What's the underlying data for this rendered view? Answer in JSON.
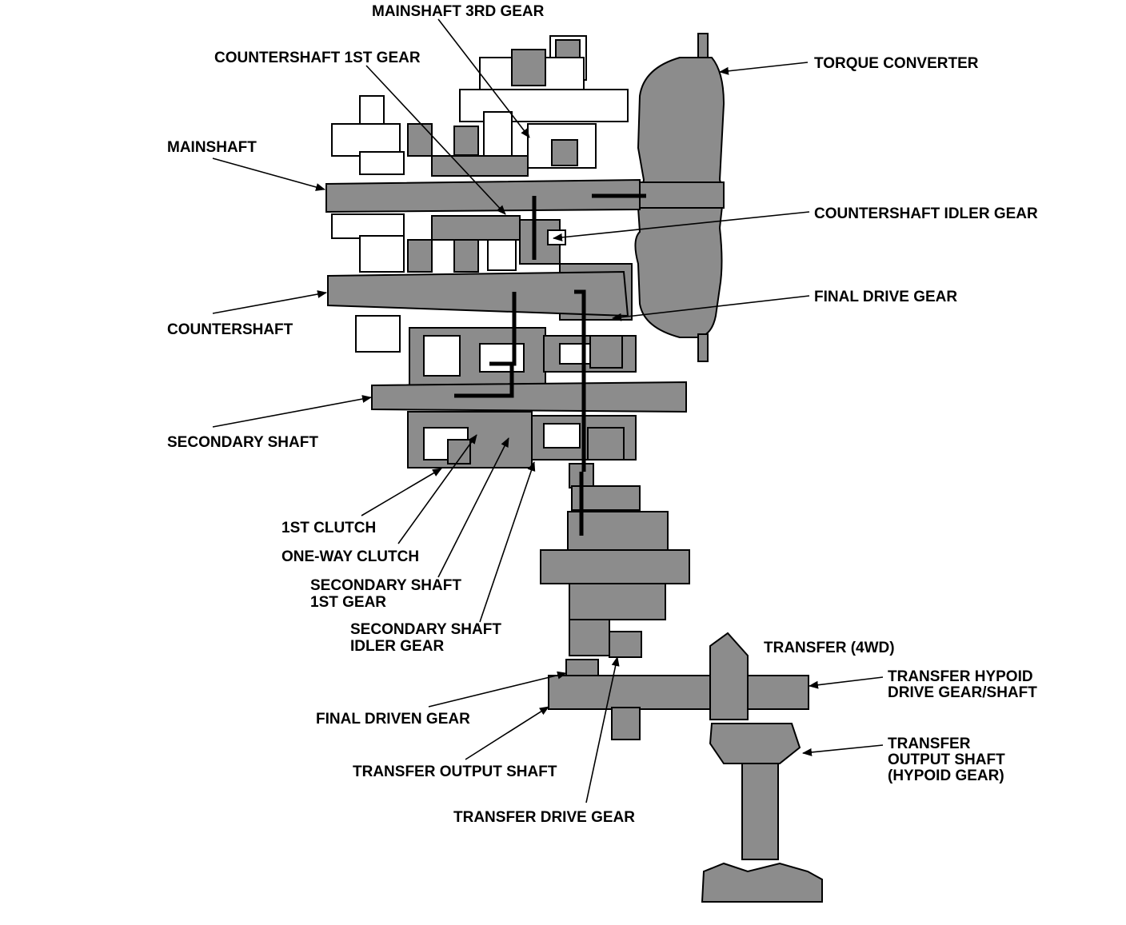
{
  "diagram": {
    "fill_color": "#8c8c8c",
    "light_color": "#ffffff",
    "line_color": "#000000",
    "labels": {
      "mainshaft_3rd_gear": "MAINSHAFT 3RD GEAR",
      "countershaft_1st_gear": "COUNTERSHAFT 1ST GEAR",
      "torque_converter": "TORQUE CONVERTER",
      "mainshaft": "MAINSHAFT",
      "countershaft_idler_gear": "COUNTERSHAFT IDLER GEAR",
      "final_drive_gear": "FINAL DRIVE GEAR",
      "countershaft": "COUNTERSHAFT",
      "secondary_shaft": "SECONDARY SHAFT",
      "first_clutch": "1ST CLUTCH",
      "one_way_clutch": "ONE-WAY CLUTCH",
      "secondary_shaft_1st_gear_line1": "SECONDARY SHAFT",
      "secondary_shaft_1st_gear_line2": "1ST GEAR",
      "secondary_shaft_idler_gear_line1": "SECONDARY SHAFT",
      "secondary_shaft_idler_gear_line2": "IDLER GEAR",
      "transfer_4wd": "TRANSFER (4WD)",
      "transfer_hypoid_line1": "TRANSFER HYPOID",
      "transfer_hypoid_line2": "DRIVE GEAR/SHAFT",
      "final_driven_gear": "FINAL DRIVEN GEAR",
      "transfer_output_shaft_hypoid_line1": "TRANSFER",
      "transfer_output_shaft_hypoid_line2": "OUTPUT SHAFT",
      "transfer_output_shaft_hypoid_line3": "(HYPOID GEAR)",
      "transfer_output_shaft": "TRANSFER OUTPUT SHAFT",
      "transfer_drive_gear": "TRANSFER DRIVE GEAR"
    }
  }
}
